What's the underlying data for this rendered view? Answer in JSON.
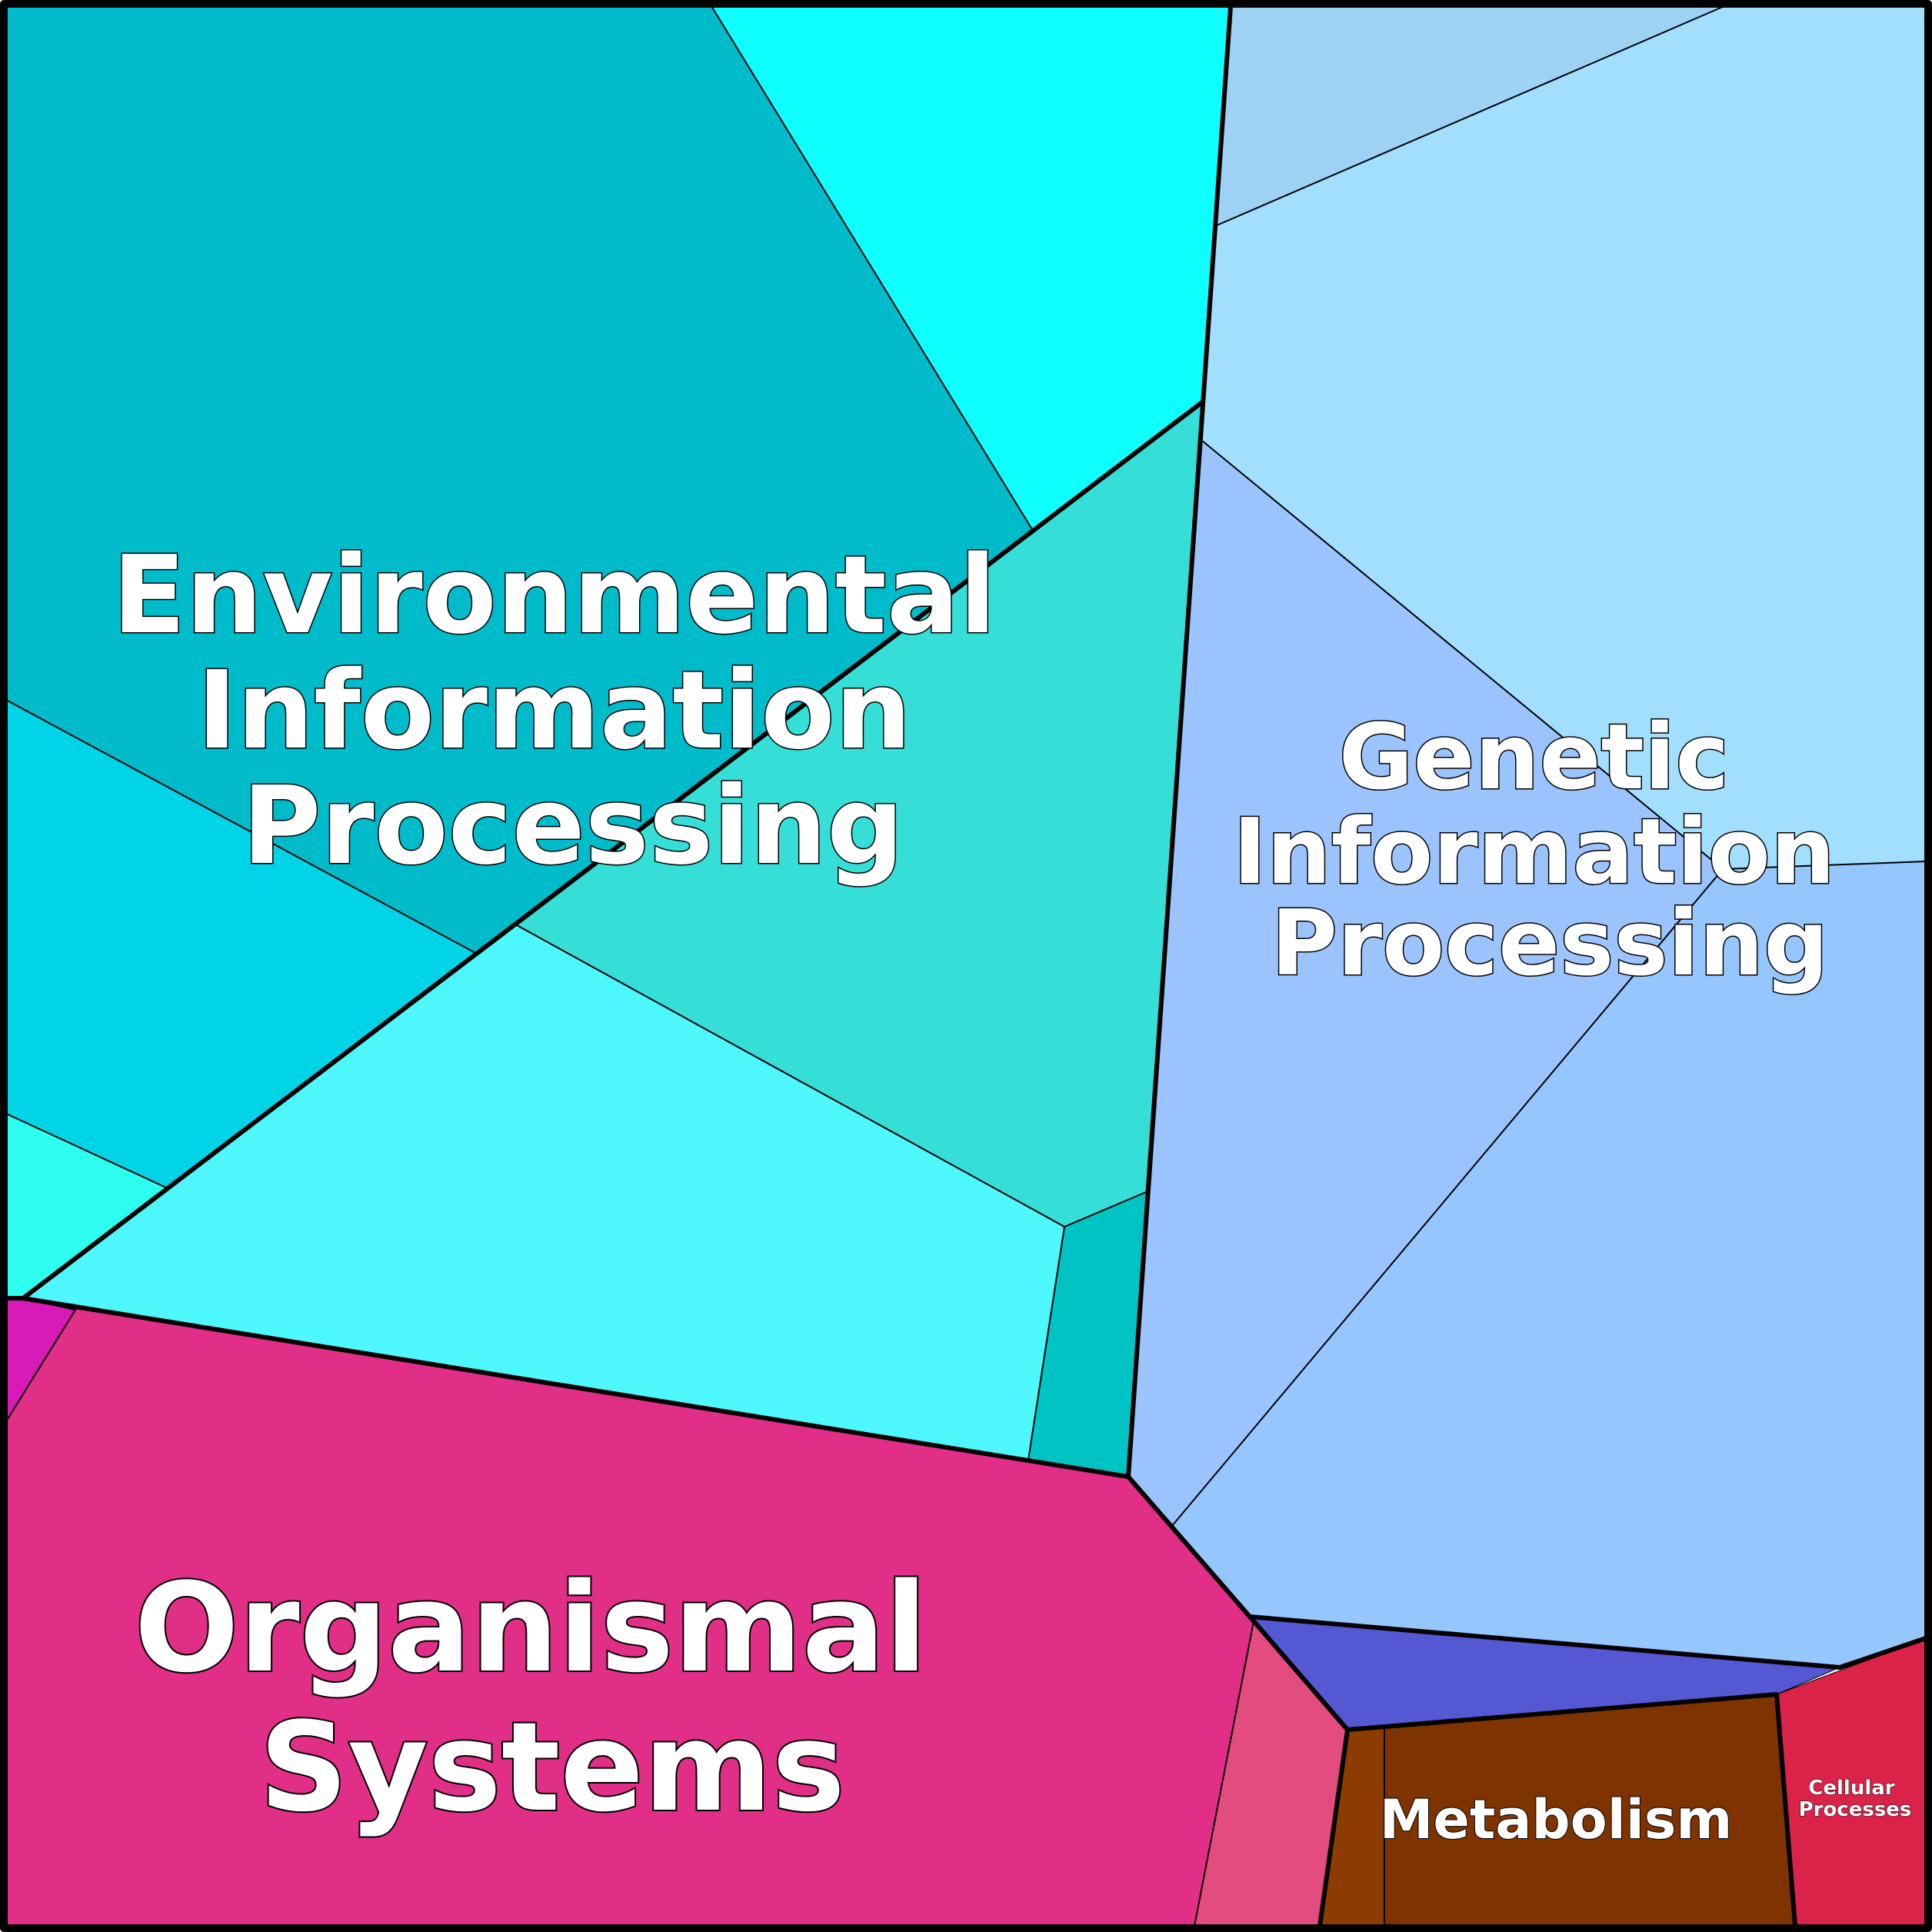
{
  "categories": {
    "environmental": {
      "label_lines": [
        "Environmental",
        "Information",
        "Processing"
      ],
      "colors": [
        "#00BCCB",
        "#0DFFFF",
        "#00D4E6",
        "#35DED6",
        "#4DF7FC",
        "#2EFEF0",
        "#00C4C4"
      ]
    },
    "genetic": {
      "label_lines": [
        "Genetic",
        "Information",
        "Processing"
      ],
      "colors": [
        "#9DD2F5",
        "#A2DFFD",
        "#9BC4FE",
        "#96C6FE"
      ]
    },
    "organismal": {
      "label_lines": [
        "Organismal",
        "Systems"
      ],
      "colors": [
        "#E12E86",
        "#D81AB6",
        "#E34C7F"
      ]
    },
    "metabolism": {
      "label_lines": [
        "Metabolism"
      ],
      "colors": [
        "#7F3300",
        "#8C3C00"
      ]
    },
    "cellular": {
      "label_lines": [
        "Cellular",
        "Processes"
      ],
      "colors": [
        "#DB2249",
        "#5458D3"
      ]
    }
  },
  "border_color": "#000000"
}
